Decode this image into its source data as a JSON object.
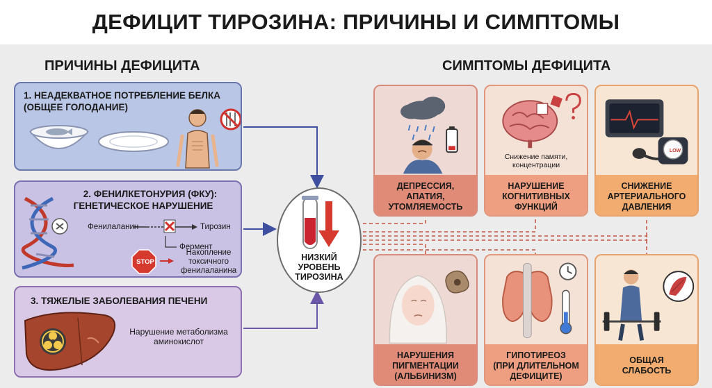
{
  "title": "ДЕФИЦИТ ТИРОЗИНА: ПРИЧИНЫ И СИМПТОМЫ",
  "causes": {
    "heading": "ПРИЧИНЫ ДЕФИЦИТА",
    "cause1": {
      "title_line1": "1. НЕАДЕКВАТНОЕ ПОТРЕБЛЕНИЕ БЕЛКА",
      "title_line2": "(ОБЩЕЕ ГОЛОДАНИЕ)"
    },
    "cause2": {
      "title_line1": "2. ФЕНИЛКЕТОНУРИЯ (ФКУ):",
      "title_line2": "ГЕНЕТИЧЕСКОЕ НАРУШЕНИЕ",
      "substrate": "Фенилаланин",
      "product": "Тирозин",
      "enzyme": "Фермент",
      "stop_sign": "STOP",
      "accum_line1": "Накопление",
      "accum_line2": "токсичного",
      "accum_line3": "фенилаланина"
    },
    "cause3": {
      "title": "3. ТЯЖЕЛЫЕ ЗАБОЛЕВАНИЯ ПЕЧЕНИ",
      "note_line1": "Нарушение метаболизма",
      "note_line2": "аминокислот"
    }
  },
  "center": {
    "line1": "НИЗКИЙ",
    "line2": "УРОВЕНЬ",
    "line3": "ТИРОЗИНА"
  },
  "symptoms": {
    "heading": "СИМПТОМЫ ДЕФИЦИТА",
    "s1": {
      "line1": "ДЕПРЕССИЯ,",
      "line2": "АПАТИЯ,",
      "line3": "УТОМЛЯЕМОСТЬ"
    },
    "s2": {
      "line1": "НАРУШЕНИЕ",
      "line2": "КОГНИТИВНЫХ",
      "line3": "ФУНКЦИЙ",
      "note_line1": "Снижение памяти,",
      "note_line2": "концентрации"
    },
    "s3": {
      "line1": "СНИЖЕНИЕ",
      "line2": "АРТЕРИАЛЬНОГО",
      "line3": "ДАВЛЕНИЯ",
      "gauge_label": "LOW"
    },
    "s4": {
      "line1": "НАРУШЕНИЯ",
      "line2": "ПИГМЕНТАЦИИ",
      "line3": "(АЛЬБИНИЗМ)"
    },
    "s5": {
      "line1": "ГИПОТИРЕОЗ",
      "line2": "(ПРИ ДЛИТЕЛЬНОМ",
      "line3": "ДЕФИЦИТЕ)"
    },
    "s6": {
      "line1": "ОБЩАЯ",
      "line2": "СЛАБОСТЬ"
    }
  },
  "colors": {
    "arrow_blue": "#3f4fa0",
    "arrow_purple": "#6a57a8",
    "dash_red": "#c4533f",
    "tube_red": "#c9242f"
  }
}
